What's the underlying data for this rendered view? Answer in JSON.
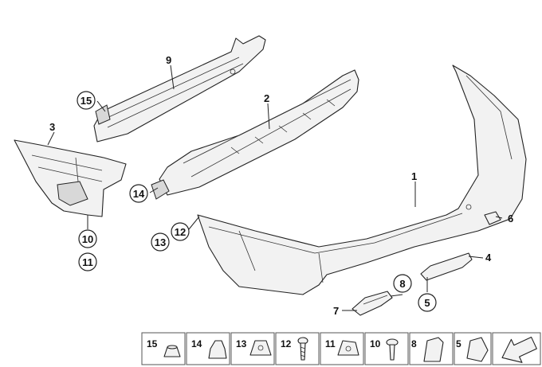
{
  "callouts": {
    "c1": "1",
    "c2": "2",
    "c3": "3",
    "c4": "4",
    "c5": "5",
    "c6": "6",
    "c7": "7",
    "c8": "8",
    "c9": "9",
    "c10": "10",
    "c11": "11",
    "c12": "12",
    "c13": "13",
    "c14": "14",
    "c15": "15"
  },
  "legend": [
    "15",
    "14",
    "13",
    "12",
    "11",
    "10",
    "8",
    "5"
  ]
}
